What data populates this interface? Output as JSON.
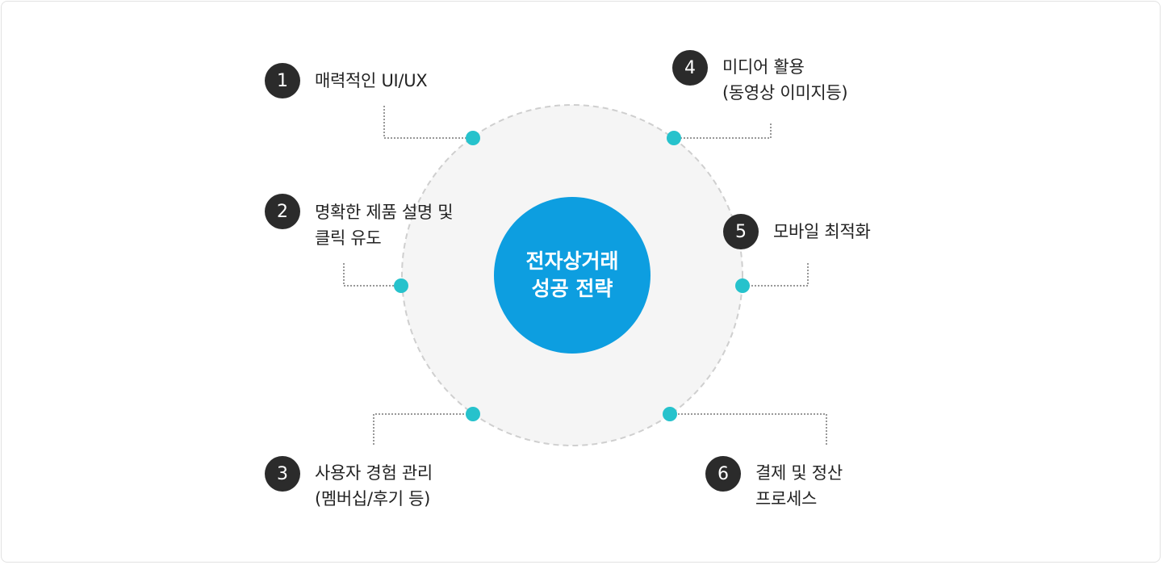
{
  "center": {
    "label": "전자상거래\n성공 전략"
  },
  "steps": [
    {
      "number": "1",
      "label": "매력적인 UI/UX"
    },
    {
      "number": "2",
      "label": "명확한 제품 설명 및\n클릭 유도"
    },
    {
      "number": "3",
      "label": "사용자 경험 관리\n(멤버십/후기 등)"
    },
    {
      "number": "4",
      "label": "미디어 활용\n(동영상 이미지등)"
    },
    {
      "number": "5",
      "label": "모바일 최적화"
    },
    {
      "number": "6",
      "label": "결제 및 정산\n프로세스"
    }
  ],
  "colors": {
    "center_fill": "#0d9ee0",
    "ring_fill": "#f5f5f5",
    "ring_border": "#cfcfcf",
    "node": "#26c2cc",
    "badge": "#2b2b2b",
    "connector": "#777777"
  }
}
